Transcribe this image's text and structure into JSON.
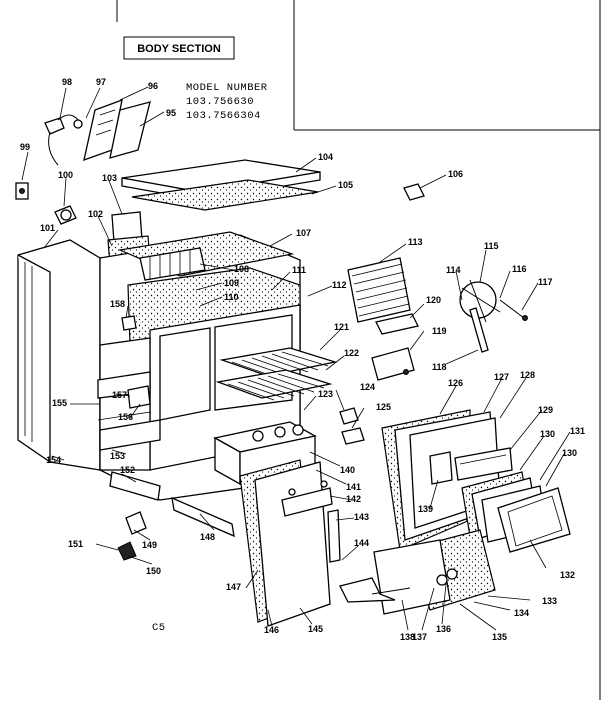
{
  "title": "BODY SECTION",
  "model_heading": "MODEL NUMBER",
  "model_numbers": [
    "103.756630",
    "103.7566304"
  ],
  "page_code": "C5",
  "callouts": [
    "98",
    "97",
    "96",
    "95",
    "99",
    "100",
    "103",
    "102",
    "101",
    "104",
    "105",
    "106",
    "107",
    "108",
    "109",
    "110",
    "111",
    "112",
    "113",
    "114",
    "115",
    "116",
    "117",
    "118",
    "119",
    "120",
    "121",
    "122",
    "123",
    "124",
    "125",
    "126",
    "127",
    "128",
    "129",
    "130",
    "131",
    "130",
    "132",
    "133",
    "134",
    "135",
    "136",
    "137",
    "138",
    "139",
    "140",
    "141",
    "142",
    "143",
    "144",
    "145",
    "146",
    "147",
    "148",
    "149",
    "150",
    "151",
    "152",
    "153",
    "154",
    "155",
    "156",
    "157",
    "158"
  ]
}
